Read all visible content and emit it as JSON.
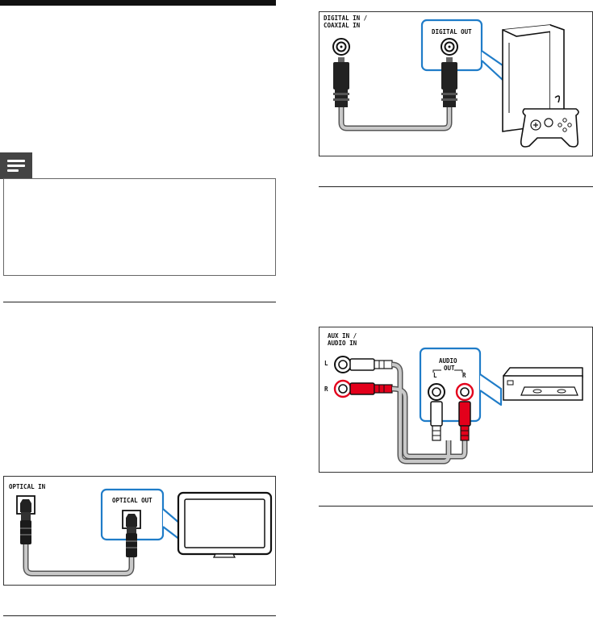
{
  "figures": {
    "coaxial": {
      "label_in_line1": "DIGITAL IN /",
      "label_in_line2": "COAXIAL IN",
      "label_out": "DIGITAL OUT",
      "device_icon": "game-console-with-controller-icon"
    },
    "audio": {
      "label_in_line1": "AUX IN /",
      "label_in_line2": "AUDIO IN",
      "label_l": "L",
      "label_r": "R",
      "label_audio": "AUDIO",
      "label_out": "OUT",
      "label_out_l": "L",
      "label_out_r": "R",
      "device_icon": "cassette-deck-icon"
    },
    "optical": {
      "label_in": "OPTICAL IN",
      "label_out": "OPTICAL OUT",
      "device_icon": "tv-icon"
    }
  },
  "note": {
    "icon": "note-icon"
  },
  "colors": {
    "accent_blue": "#1f7cc8",
    "cable_red": "#e3001b",
    "cable_gray": "#bdbdbd"
  }
}
